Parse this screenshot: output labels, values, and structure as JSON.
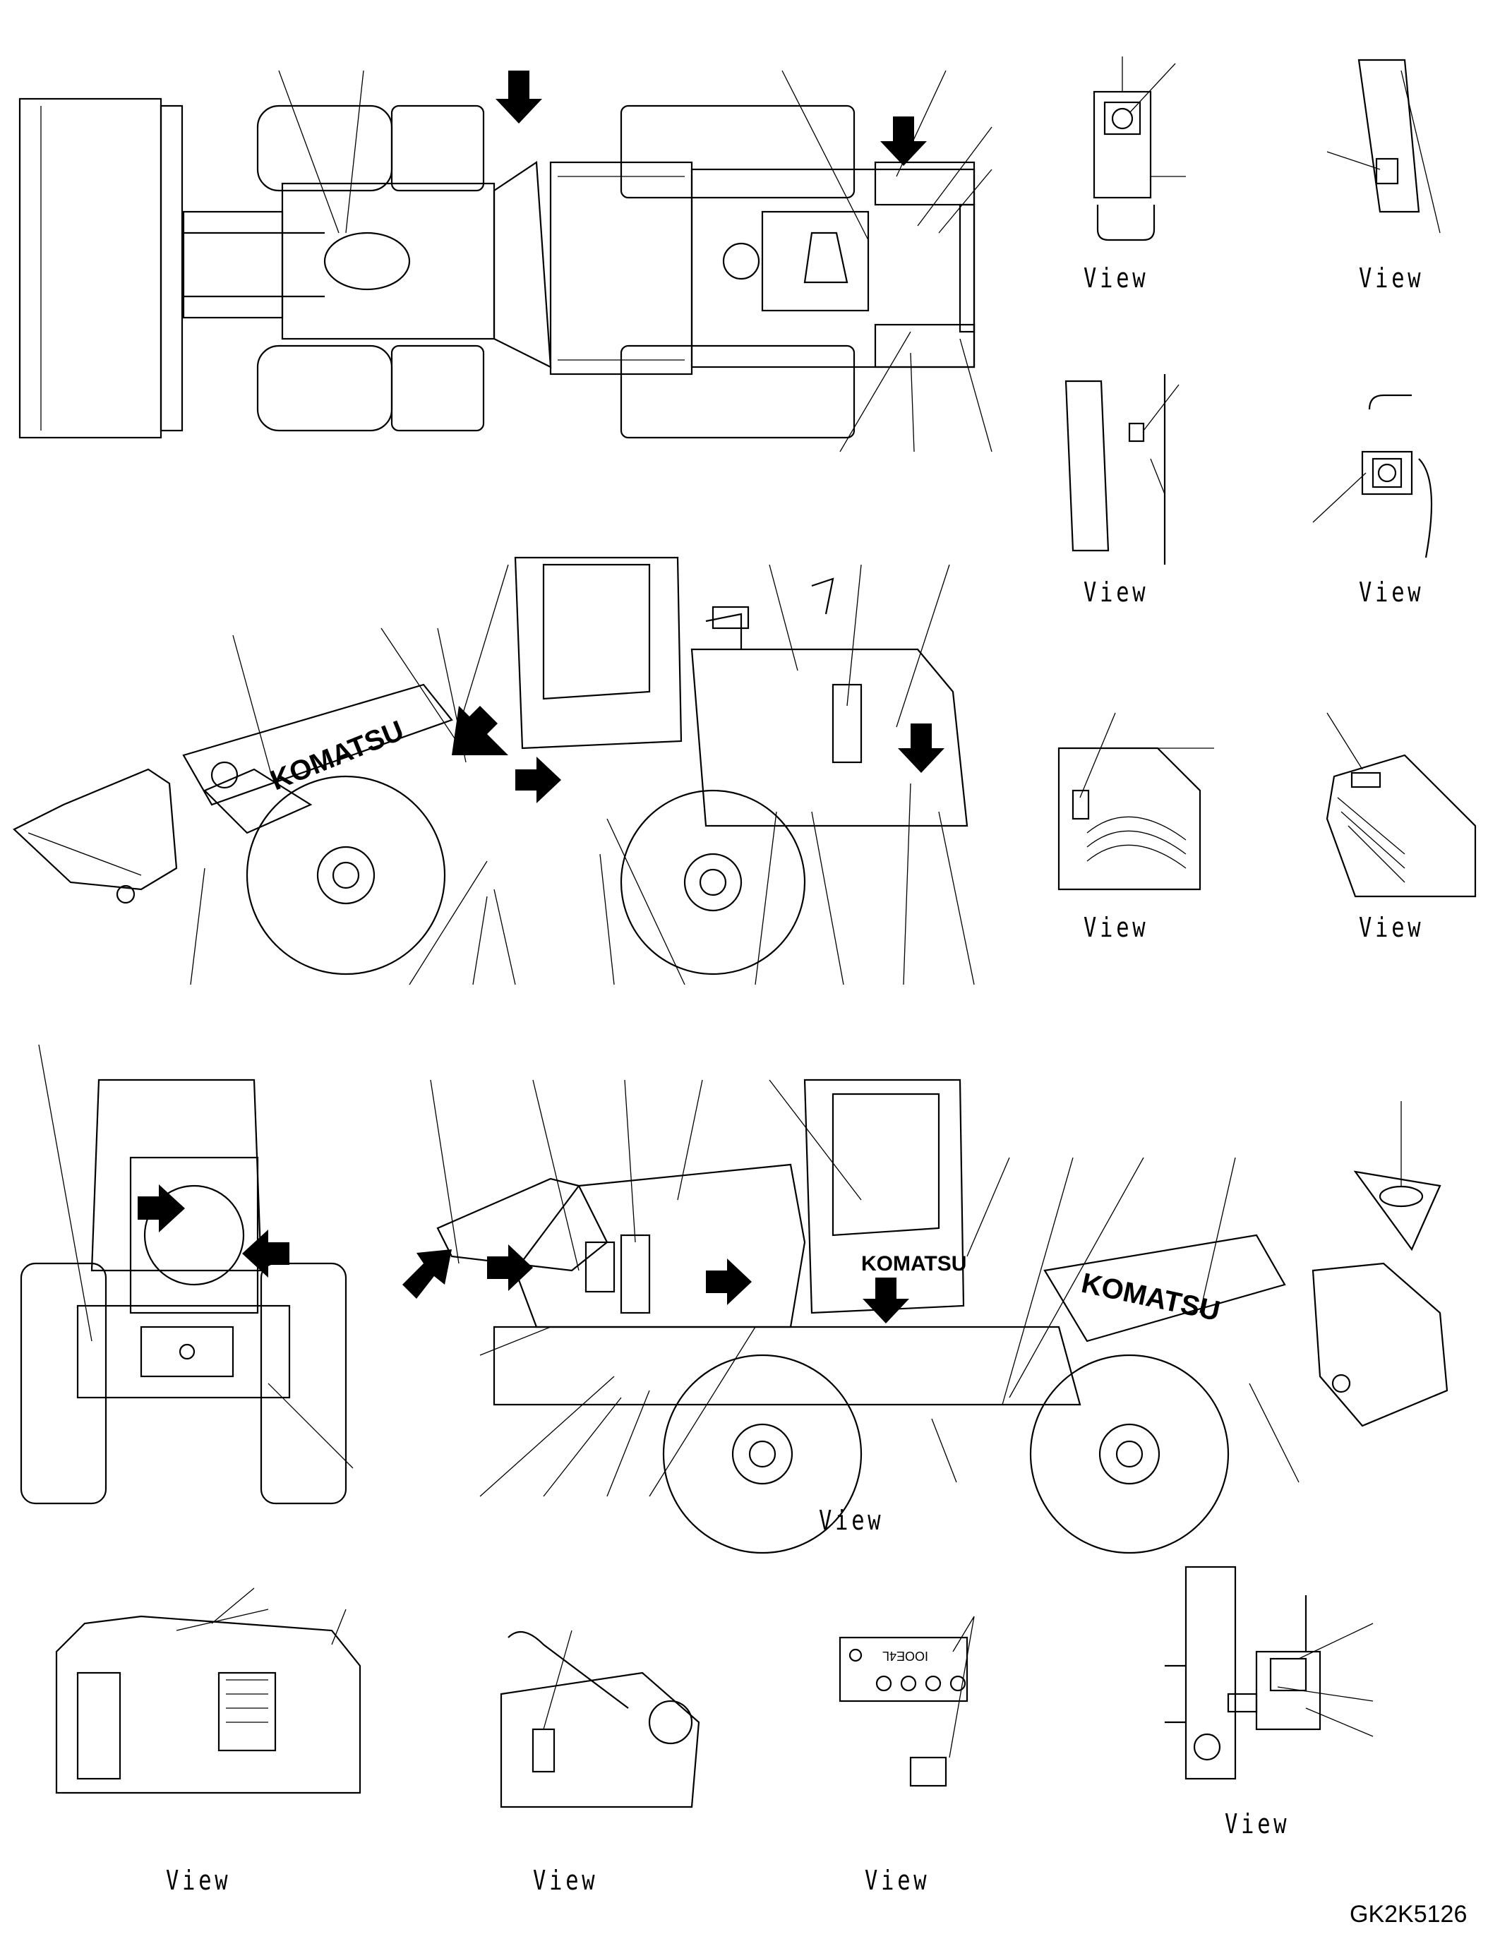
{
  "drawing_code": "GK2K5126",
  "view_label": "View",
  "side_text": "KOMATSU",
  "decal_text": "IOOE4L"
}
